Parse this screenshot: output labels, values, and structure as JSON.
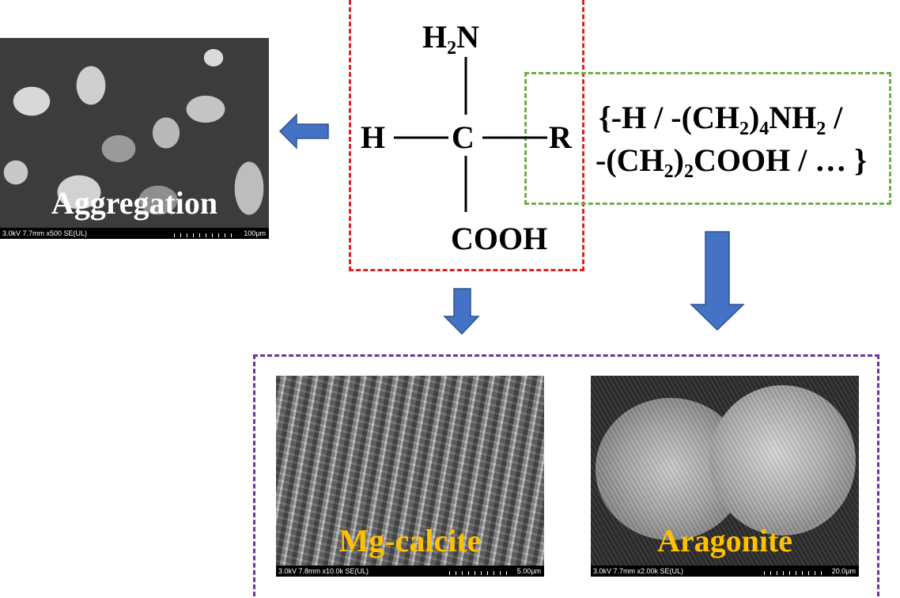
{
  "molecule": {
    "amine": "H",
    "amine_sub": "2",
    "amine_tail": "N",
    "hydrogen": "H",
    "carbon": "C",
    "r_group": "R",
    "carboxyl": "COOH"
  },
  "side_chains": {
    "line1_a": "{-H / -(CH",
    "line1_sub1": "2",
    "line1_b": ")",
    "line1_sub2": "4",
    "line1_c": "NH",
    "line1_sub3": "2",
    "line1_d": " /",
    "line2_a": "-(CH",
    "line2_sub1": "2",
    "line2_b": ")",
    "line2_sub2": "2",
    "line2_c": "COOH / … }"
  },
  "images": {
    "aggregation": {
      "caption": "Aggregation",
      "meta": "3.0kV 7.7mm x500 SE(UL)",
      "scale": "100µm"
    },
    "mg_calcite": {
      "caption": "Mg-calcite",
      "meta": "3.0kV 7.8mm x10.0k SE(UL)",
      "scale": "5.00µm"
    },
    "aragonite": {
      "caption": "Aragonite",
      "meta": "3.0kV 7.7mm x2.00k SE(UL)",
      "scale": "20.0µm"
    }
  },
  "colors": {
    "backbone_box": "#e02020",
    "side_chain_box": "#70ad47",
    "product_box": "#7030a0",
    "arrow": "#4472c4",
    "caption_white": "#ffffff",
    "caption_gold": "#ffc000"
  }
}
